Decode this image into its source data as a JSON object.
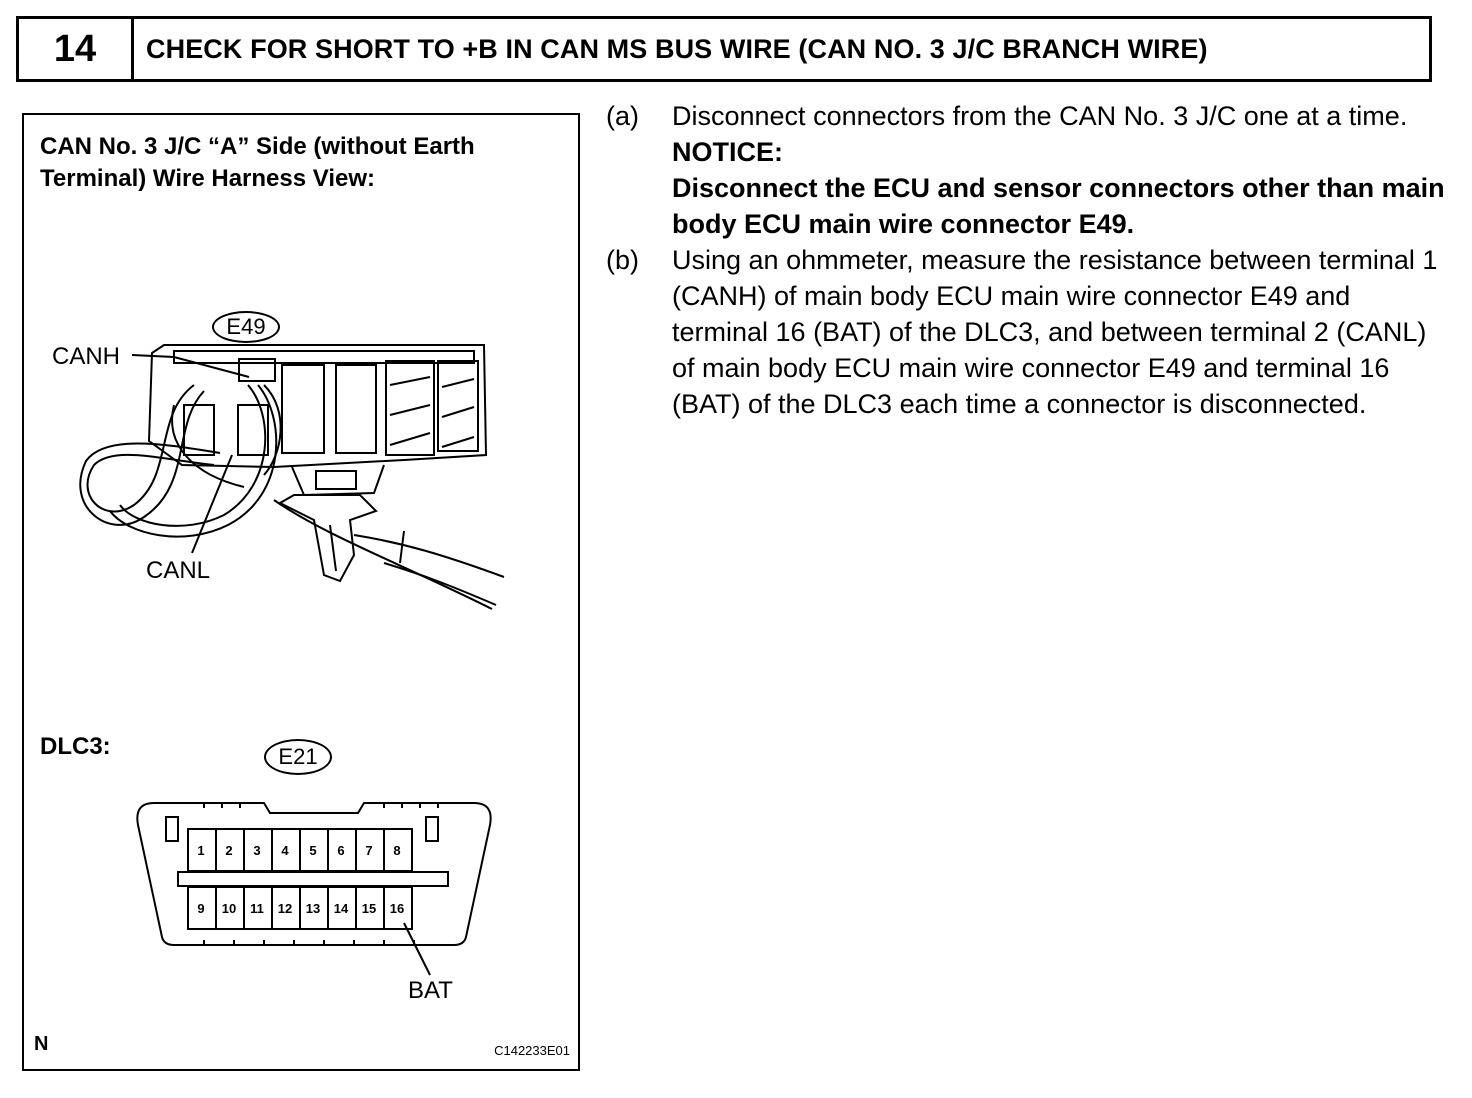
{
  "step_header": {
    "number": "14",
    "title": "CHECK FOR SHORT TO +B IN CAN MS BUS WIRE (CAN NO. 3 J/C BRANCH WIRE)"
  },
  "figure": {
    "heading": "CAN No. 3 J/C “A” Side (without Earth Terminal) Wire Harness View:",
    "connector_top": "E49",
    "label_canh": "CANH",
    "label_canl": "CANL",
    "dlc_heading": "DLC3:",
    "connector_dlc": "E21",
    "pins_top": [
      "1",
      "2",
      "3",
      "4",
      "5",
      "6",
      "7",
      "8"
    ],
    "pins_bottom": [
      "9",
      "10",
      "11",
      "12",
      "13",
      "14",
      "15",
      "16"
    ],
    "label_bat": "BAT",
    "corner_mark": "N",
    "figure_code": "C142233E01"
  },
  "instructions": {
    "step_a": {
      "letter": "(a)",
      "text": "Disconnect connectors from the CAN No. 3 J/C one at a time.",
      "notice_heading": "NOTICE:",
      "notice_body": "Disconnect the ECU and sensor connectors other than main body ECU main wire connector E49."
    },
    "step_b": {
      "letter": "(b)",
      "text": "Using an ohmmeter, measure the resistance between terminal 1 (CANH) of main body ECU main wire connector E49 and terminal 16 (BAT) of the DLC3, and between terminal 2 (CANL) of main body ECU main wire connector E49 and terminal 16 (BAT) of the DLC3 each time a connector is disconnected."
    }
  }
}
